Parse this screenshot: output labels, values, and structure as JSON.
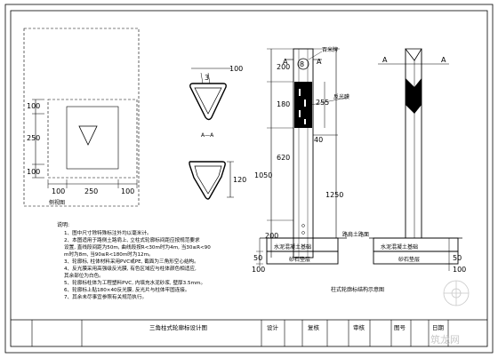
{
  "views": {
    "plan": {
      "caption": "侧视图",
      "dims_left": [
        "100",
        "250",
        "100"
      ],
      "dims_bottom": [
        "100",
        "250",
        "100"
      ]
    },
    "section": {
      "top_dim": "100",
      "small_dim": "3",
      "label": "A—A",
      "side_dim": "120"
    },
    "elevation": {
      "callout_reflector": "百米牌",
      "callout_film": "反光膜",
      "dims_left": [
        "200",
        "180",
        "620",
        "1050",
        "200"
      ],
      "dims_right": [
        "255",
        "40",
        "1250"
      ],
      "base_label": "水泥混凝土基础",
      "gravel_label": "砂石垫层",
      "base_dims": [
        "50",
        "100"
      ],
      "section_marker": "A",
      "caption": "柱式轮廓标结构示意图"
    },
    "side": {
      "marker": "A",
      "ground_label": "路肩土路面",
      "base_label": "水泥混凝土基础",
      "gravel_label": "砂石垫层",
      "base_dims": [
        "50",
        "100"
      ]
    }
  },
  "notes": {
    "heading": "说明:",
    "lines": [
      "1、图中尺寸除特殊标注外均以毫米计。",
      "2、本图适用于路侧土路肩上, 立柱式轮廓标间距应按规范要求",
      "   设置, 直线段间距为50m, 曲线段按R<30m时为4m, 当30≤R<90",
      "   m时为8m, 当90≤R<180m时为12m。",
      "3、轮廓标, 柱体材料采用PVC或PE, 截面为三角形空心结构。",
      "4、反光膜采用高强级反光膜, 有色区域应与柱体颜色相适应,",
      "   其余部位为白色。",
      "5、轮廓标柱体为工程塑料PVC, 内填充水泥砂浆, 壁厚3.5mm。",
      "6、轮廓标上贴180×40反光膜, 反光片与柱体牢固连接。",
      "7、其余未尽事宜参照有关规范执行。"
    ]
  },
  "title_block": {
    "drawing_title": "三角柱式轮廓标设计图",
    "design_label": "设计",
    "review_label": "复核",
    "approve_label": "审核",
    "drawing_no_label": "图号",
    "date_label": "日期"
  },
  "watermark": "筑龙网"
}
